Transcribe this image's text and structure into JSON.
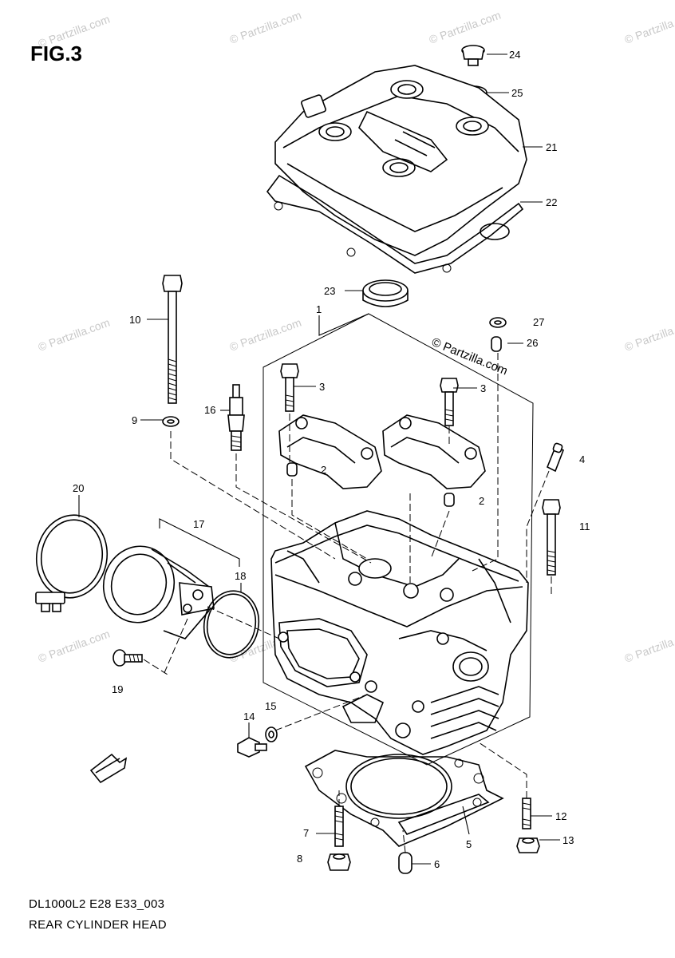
{
  "figure": {
    "title": "FIG.3",
    "model_code": "DL1000L2 E28 E33_003",
    "caption": "REAR CYLINDER HEAD"
  },
  "watermark": {
    "faint_text": "© Partzilla.com",
    "bold_text": "© Partzilla.com"
  },
  "callouts": {
    "c1": "1",
    "c2a": "2",
    "c2b": "2",
    "c3a": "3",
    "c3b": "3",
    "c4": "4",
    "c5": "5",
    "c6": "6",
    "c7": "7",
    "c8": "8",
    "c9": "9",
    "c10": "10",
    "c11": "11",
    "c12": "12",
    "c13": "13",
    "c14": "14",
    "c15": "15",
    "c16": "16",
    "c17": "17",
    "c18": "18",
    "c19": "19",
    "c20": "20",
    "c21": "21",
    "c22": "22",
    "c23": "23",
    "c24": "24",
    "c25": "25",
    "c26": "26",
    "c27": "27"
  },
  "icons": {
    "front_arrow": "front-arrow-icon"
  }
}
